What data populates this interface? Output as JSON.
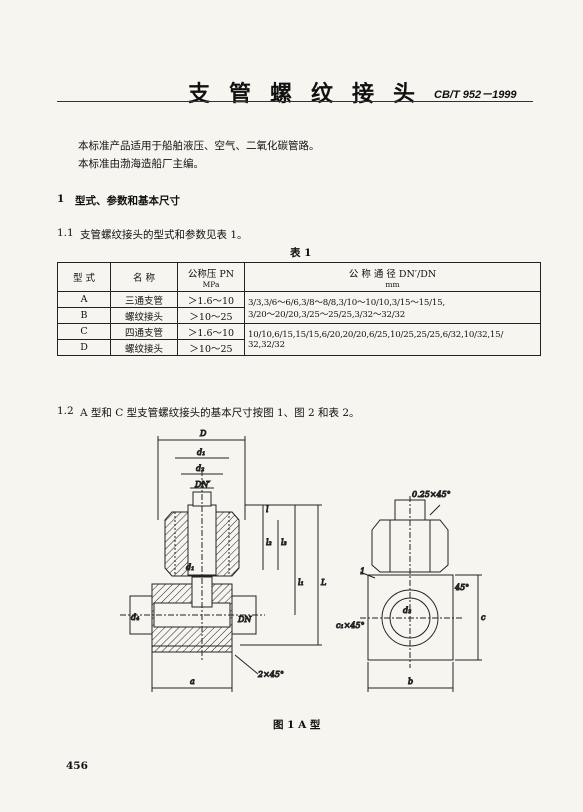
{
  "header": {
    "title": "支管螺纹接头",
    "standard": "CB/T 952－1999"
  },
  "intro": [
    "本标准产品适用于船舶液压、空气、二氧化碳管路。",
    "本标准由渤海造船厂主编。"
  ],
  "section1": {
    "number": "1",
    "title": "型式、参数和基本尺寸"
  },
  "section1_1": {
    "number": "1.1",
    "text": "支管螺纹接头的型式和参数见表 1。"
  },
  "table1": {
    "caption": "表 1",
    "headers": {
      "type": "型 式",
      "name": "名 称",
      "pressure": "公称压 PN",
      "pressure_unit": "MPa",
      "dn": "公   称   通   径 DN′/DN",
      "dn_unit": "mm"
    },
    "rows": [
      {
        "type": "A",
        "name": "三通支管",
        "pressure": "＞1.6～10"
      },
      {
        "type": "B",
        "name": "螺纹接头",
        "pressure": "＞10～25"
      },
      {
        "type": "C",
        "name": "四通支管",
        "pressure": "＞1.6～10"
      },
      {
        "type": "D",
        "name": "螺纹接头",
        "pressure": "＞10～25"
      }
    ],
    "dn_ab": [
      "3/3,3/6～6/6,3/8～8/8,3/10～10/10,3/15～15/15,",
      "3/20～20/20,3/25～25/25,3/32～32/32"
    ],
    "dn_cd": [
      "10/10,6/15,15/15,6/20,20/20,6/25,10/25,25/25,6/32,10/32,15/",
      "32,32/32"
    ]
  },
  "section1_2": {
    "number": "1.2",
    "text": "A 型和 C 型支管螺纹接头的基本尺寸按图 1、图 2 和表 2。"
  },
  "figure": {
    "caption": "图 1   A 型",
    "labels": {
      "D": "D",
      "d1": "d₁",
      "d2": "d₂",
      "DNp": "DN′",
      "d1b": "d₁",
      "l": "l",
      "l2": "l₂",
      "l3": "l₃",
      "l1": "l₁",
      "L": "L",
      "d4": "d₄",
      "DN": "DN",
      "a": "a",
      "chamfer2": "2×45°",
      "chamfer025": "0.25×45°",
      "one": "1",
      "deg45": "45°",
      "d3": "d₃",
      "c": "c",
      "c1": "c₁×45°",
      "b": "b"
    }
  },
  "page_number": "456"
}
